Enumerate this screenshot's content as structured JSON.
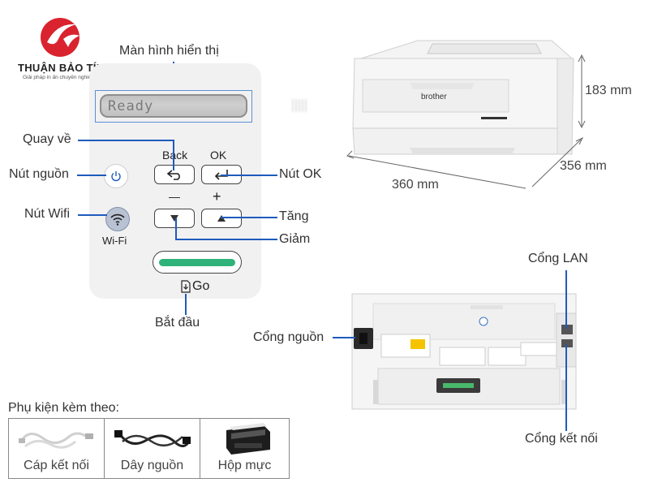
{
  "logo": {
    "brand": "THUẬN BẢO TÍN",
    "tagline": "Giải pháp in ấn chuyên nghiệp"
  },
  "panel": {
    "display_label": "Màn hình hiển thị",
    "lcd_text": "Ready",
    "back_key": "Back",
    "ok_key": "OK",
    "minus_key": "—",
    "plus_key": "+",
    "wifi_text": "Wi-Fi",
    "go_text": "Go"
  },
  "callouts": {
    "back": "Quay về",
    "power": "Nút nguồn",
    "wifi": "Nút Wifi",
    "ok": "Nút OK",
    "increase": "Tăng",
    "decrease": "Giảm",
    "start": "Bắt đầu"
  },
  "printer": {
    "brand": "brother",
    "height": "183 mm",
    "depth": "356 mm",
    "width": "360 mm"
  },
  "ports": {
    "lan": "Cổng LAN",
    "power": "Cổng nguồn",
    "usb": "Cổng kết nối"
  },
  "accessories": {
    "title": "Phụ kiện kèm theo:",
    "items": [
      {
        "label": "Cáp kết nối",
        "icon": "usb-cable-icon"
      },
      {
        "label": "Dây nguồn",
        "icon": "power-cord-icon"
      },
      {
        "label": "Hộp mực",
        "icon": "toner-cartridge-icon"
      }
    ]
  },
  "colors": {
    "callout_line": "#1e5bbd",
    "go_bar": "#2fb37a",
    "logo_red": "#d9232e"
  }
}
